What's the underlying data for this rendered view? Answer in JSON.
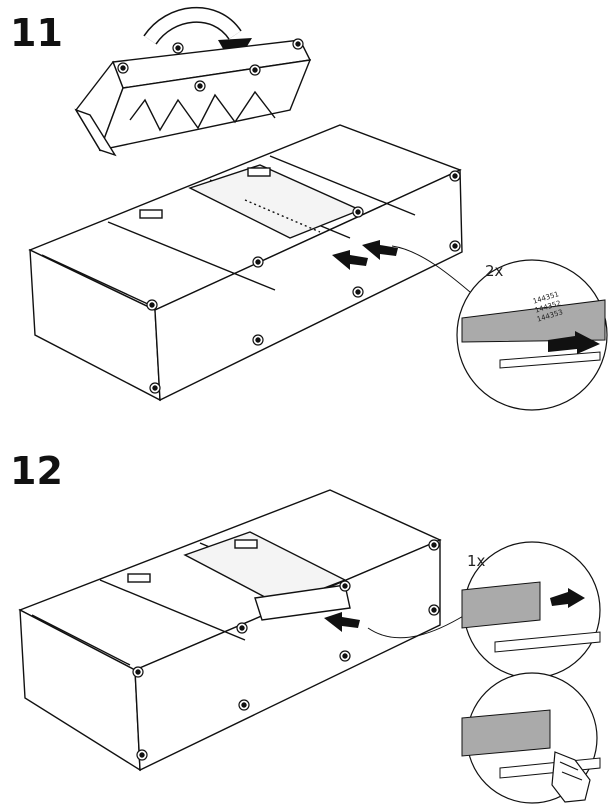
{
  "steps": [
    {
      "number": "11",
      "quantity": "2x",
      "part_numbers": [
        "144351",
        "144352",
        "144353"
      ]
    },
    {
      "number": "12",
      "quantity": "1x"
    }
  ]
}
